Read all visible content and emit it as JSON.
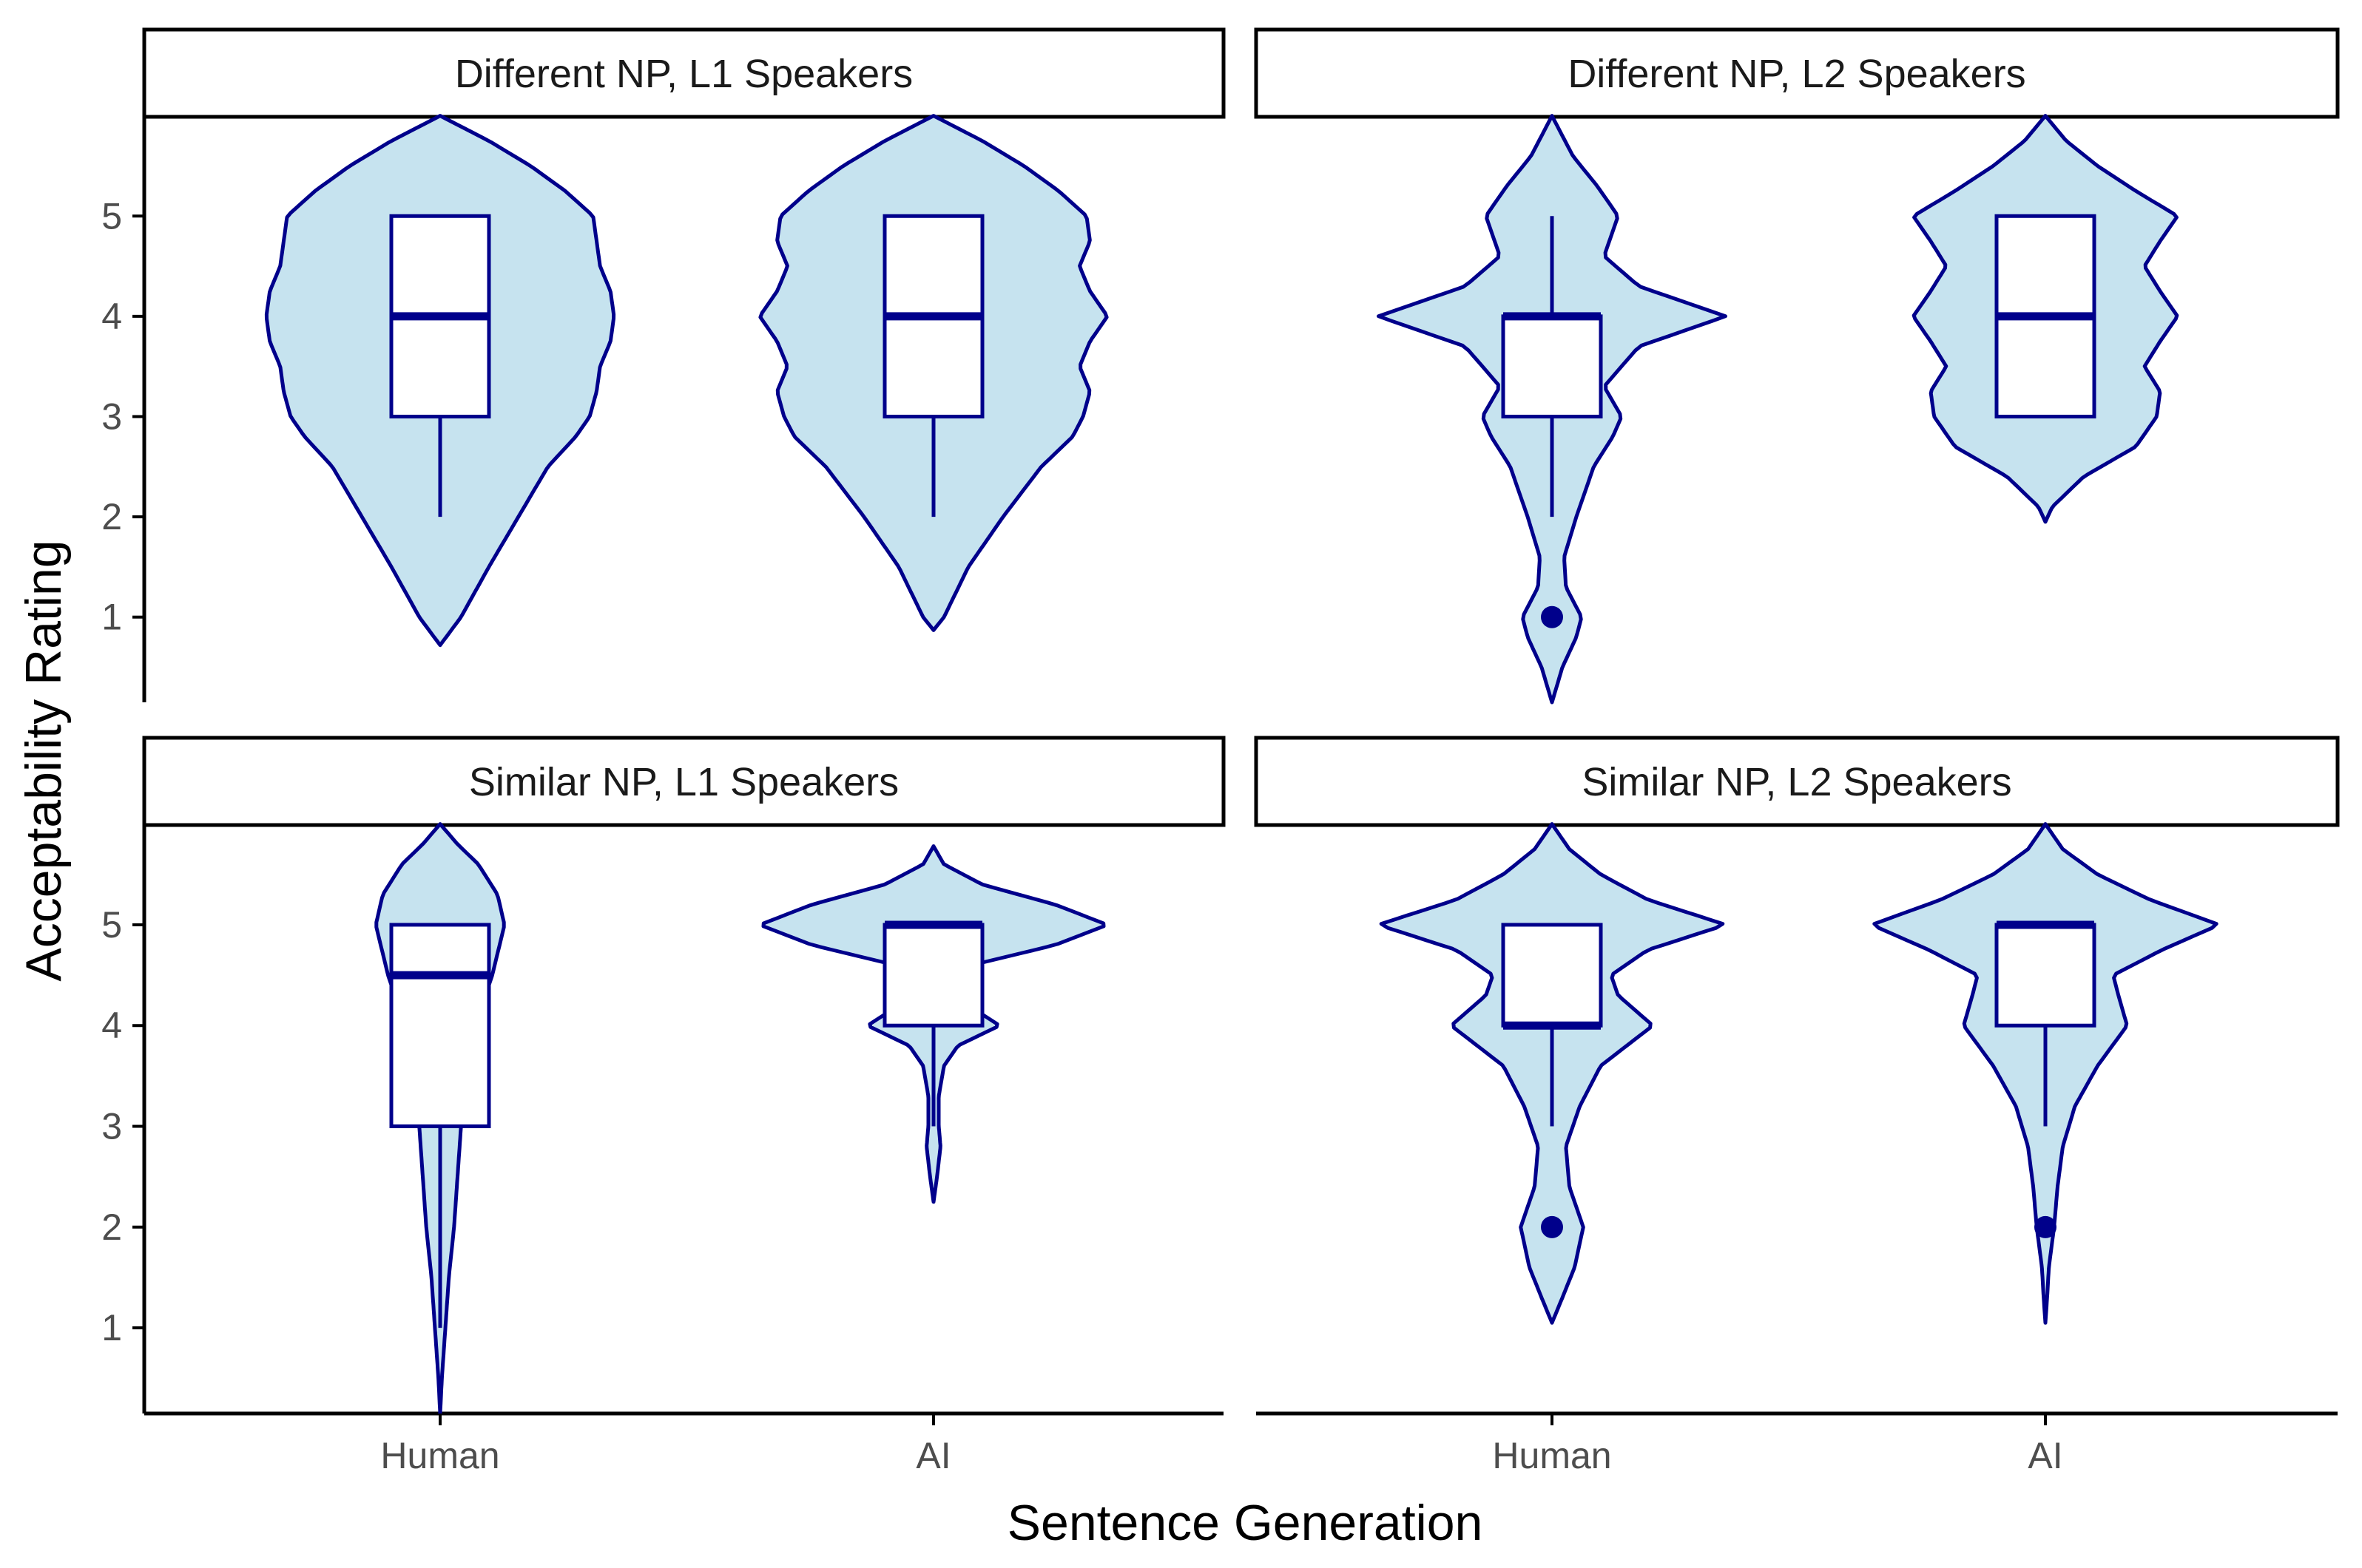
{
  "colors": {
    "violin_fill": "#c6e3ef",
    "outline": "#00008b",
    "box_fill": "#ffffff",
    "strip_border": "#000000",
    "axis": "#000000"
  },
  "chart_data": {
    "type": "violin",
    "xlabel": "Sentence Generation",
    "ylabel": "Acceptability Rating",
    "categories": [
      "Human",
      "AI"
    ],
    "y_ticks": [
      1,
      2,
      3,
      4,
      5
    ],
    "ylim": [
      0.15,
      5.99
    ],
    "grid": false,
    "panels": [
      {
        "title": "Different NP, L1 Speakers",
        "groups": [
          {
            "category": "Human",
            "violin_range": [
              0.72,
              6.0
            ],
            "violin_width": [
              [
                0.72,
                0.0
              ],
              [
                1.0,
                0.12
              ],
              [
                1.5,
                0.28
              ],
              [
                2.0,
                0.45
              ],
              [
                2.5,
                0.62
              ],
              [
                2.8,
                0.78
              ],
              [
                3.0,
                0.86
              ],
              [
                3.25,
                0.9
              ],
              [
                3.5,
                0.92
              ],
              [
                3.75,
                0.98
              ],
              [
                4.0,
                1.0
              ],
              [
                4.25,
                0.98
              ],
              [
                4.5,
                0.92
              ],
              [
                4.75,
                0.9
              ],
              [
                5.0,
                0.88
              ],
              [
                5.25,
                0.72
              ],
              [
                5.5,
                0.52
              ],
              [
                5.75,
                0.28
              ],
              [
                6.0,
                0.0
              ]
            ],
            "box": {
              "q1": 3,
              "median": 4,
              "q3": 5,
              "whisker_low": 2,
              "whisker_high": 5
            },
            "outliers": []
          },
          {
            "category": "AI",
            "violin_range": [
              0.87,
              6.0
            ],
            "violin_width": [
              [
                0.87,
                0.0
              ],
              [
                1.0,
                0.06
              ],
              [
                1.5,
                0.2
              ],
              [
                2.0,
                0.4
              ],
              [
                2.5,
                0.62
              ],
              [
                2.8,
                0.8
              ],
              [
                3.0,
                0.86
              ],
              [
                3.25,
                0.9
              ],
              [
                3.5,
                0.84
              ],
              [
                3.75,
                0.9
              ],
              [
                4.0,
                1.0
              ],
              [
                4.25,
                0.9
              ],
              [
                4.5,
                0.84
              ],
              [
                4.75,
                0.9
              ],
              [
                5.0,
                0.88
              ],
              [
                5.25,
                0.72
              ],
              [
                5.5,
                0.52
              ],
              [
                5.75,
                0.28
              ],
              [
                6.0,
                0.0
              ]
            ],
            "box": {
              "q1": 3,
              "median": 4,
              "q3": 5,
              "whisker_low": 2,
              "whisker_high": 5
            },
            "outliers": []
          }
        ]
      },
      {
        "title": "Different NP, L2 Speakers",
        "groups": [
          {
            "category": "Human",
            "violin_range": [
              0.15,
              6.0
            ],
            "violin_width": [
              [
                0.15,
                0.0
              ],
              [
                0.5,
                0.06
              ],
              [
                0.8,
                0.14
              ],
              [
                1.0,
                0.17
              ],
              [
                1.3,
                0.08
              ],
              [
                1.6,
                0.07
              ],
              [
                2.0,
                0.14
              ],
              [
                2.5,
                0.24
              ],
              [
                2.8,
                0.35
              ],
              [
                3.0,
                0.4
              ],
              [
                3.3,
                0.3
              ],
              [
                3.7,
                0.5
              ],
              [
                4.0,
                1.0
              ],
              [
                4.3,
                0.5
              ],
              [
                4.6,
                0.3
              ],
              [
                5.0,
                0.38
              ],
              [
                5.3,
                0.26
              ],
              [
                5.6,
                0.12
              ],
              [
                5.8,
                0.06
              ],
              [
                6.0,
                0.0
              ]
            ],
            "box": {
              "q1": 3,
              "median": 4,
              "q3": 4,
              "whisker_low": 2,
              "whisker_high": 5
            },
            "outliers": [
              1
            ]
          },
          {
            "category": "AI",
            "violin_range": [
              1.95,
              6.0
            ],
            "violin_width": [
              [
                1.95,
                0.0
              ],
              [
                2.1,
                0.04
              ],
              [
                2.4,
                0.22
              ],
              [
                2.7,
                0.52
              ],
              [
                3.0,
                0.64
              ],
              [
                3.25,
                0.66
              ],
              [
                3.5,
                0.57
              ],
              [
                3.75,
                0.66
              ],
              [
                4.0,
                0.76
              ],
              [
                4.25,
                0.66
              ],
              [
                4.5,
                0.57
              ],
              [
                4.75,
                0.66
              ],
              [
                5.0,
                0.76
              ],
              [
                5.25,
                0.52
              ],
              [
                5.5,
                0.3
              ],
              [
                5.75,
                0.12
              ],
              [
                6.0,
                0.0
              ]
            ],
            "box": {
              "q1": 3,
              "median": 4,
              "q3": 5,
              "whisker_low": 3,
              "whisker_high": 5
            },
            "outliers": []
          }
        ]
      },
      {
        "title": "Similar NP, L1 Speakers",
        "groups": [
          {
            "category": "Human",
            "violin_range": [
              0.15,
              6.0
            ],
            "violin_width": [
              [
                0.15,
                0.0
              ],
              [
                0.5,
                0.01
              ],
              [
                1.0,
                0.03
              ],
              [
                1.5,
                0.05
              ],
              [
                2.0,
                0.08
              ],
              [
                2.5,
                0.1
              ],
              [
                3.0,
                0.12
              ],
              [
                3.5,
                0.14
              ],
              [
                4.0,
                0.2
              ],
              [
                4.5,
                0.3
              ],
              [
                5.0,
                0.37
              ],
              [
                5.3,
                0.33
              ],
              [
                5.6,
                0.22
              ],
              [
                5.8,
                0.1
              ],
              [
                6.0,
                0.0
              ]
            ],
            "box": {
              "q1": 3,
              "median": 4.5,
              "q3": 5,
              "whisker_low": 1,
              "whisker_high": 5
            },
            "outliers": []
          },
          {
            "category": "AI",
            "violin_range": [
              2.25,
              5.78
            ],
            "violin_width": [
              [
                2.25,
                0.0
              ],
              [
                2.5,
                0.02
              ],
              [
                2.8,
                0.04
              ],
              [
                3.0,
                0.03
              ],
              [
                3.3,
                0.03
              ],
              [
                3.6,
                0.06
              ],
              [
                3.8,
                0.14
              ],
              [
                4.0,
                0.38
              ],
              [
                4.2,
                0.2
              ],
              [
                4.4,
                0.1
              ],
              [
                4.6,
                0.22
              ],
              [
                4.8,
                0.7
              ],
              [
                5.0,
                1.0
              ],
              [
                5.2,
                0.7
              ],
              [
                5.4,
                0.28
              ],
              [
                5.6,
                0.06
              ],
              [
                5.78,
                0.0
              ]
            ],
            "box": {
              "q1": 4,
              "median": 5,
              "q3": 5,
              "whisker_low": 3,
              "whisker_high": 5
            },
            "outliers": []
          }
        ]
      },
      {
        "title": "Similar NP, L2 Speakers",
        "groups": [
          {
            "category": "Human",
            "violin_range": [
              1.05,
              6.0
            ],
            "violin_width": [
              [
                1.05,
                0.0
              ],
              [
                1.3,
                0.06
              ],
              [
                1.6,
                0.13
              ],
              [
                2.0,
                0.18
              ],
              [
                2.4,
                0.1
              ],
              [
                2.8,
                0.08
              ],
              [
                3.2,
                0.16
              ],
              [
                3.6,
                0.28
              ],
              [
                4.0,
                0.58
              ],
              [
                4.3,
                0.38
              ],
              [
                4.5,
                0.34
              ],
              [
                4.75,
                0.55
              ],
              [
                5.0,
                1.0
              ],
              [
                5.25,
                0.55
              ],
              [
                5.5,
                0.28
              ],
              [
                5.75,
                0.1
              ],
              [
                6.0,
                0.0
              ]
            ],
            "box": {
              "q1": 4,
              "median": 4,
              "q3": 5,
              "whisker_low": 3,
              "whisker_high": 5
            },
            "outliers": [
              2
            ]
          },
          {
            "category": "AI",
            "violin_range": [
              1.05,
              6.0
            ],
            "violin_width": [
              [
                1.05,
                0.0
              ],
              [
                1.3,
                0.01
              ],
              [
                1.6,
                0.02
              ],
              [
                2.0,
                0.05
              ],
              [
                2.4,
                0.07
              ],
              [
                2.8,
                0.1
              ],
              [
                3.2,
                0.17
              ],
              [
                3.6,
                0.3
              ],
              [
                4.0,
                0.47
              ],
              [
                4.3,
                0.42
              ],
              [
                4.5,
                0.39
              ],
              [
                4.75,
                0.67
              ],
              [
                5.0,
                1.0
              ],
              [
                5.25,
                0.6
              ],
              [
                5.5,
                0.3
              ],
              [
                5.75,
                0.1
              ],
              [
                6.0,
                0.0
              ]
            ],
            "box": {
              "q1": 4,
              "median": 5,
              "q3": 5,
              "whisker_low": 3,
              "whisker_high": 5
            },
            "outliers": [
              2
            ]
          }
        ]
      }
    ]
  }
}
